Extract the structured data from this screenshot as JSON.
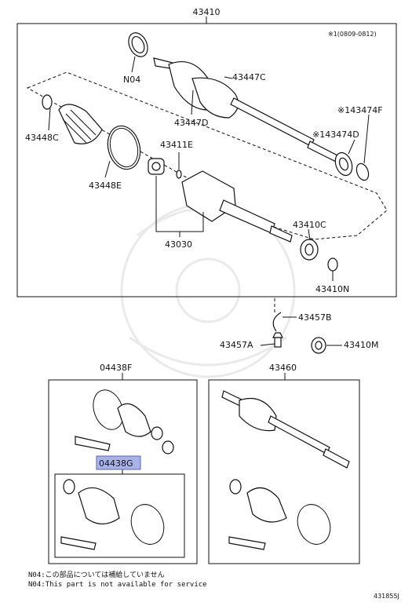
{
  "labels": {
    "p43410": "43410",
    "range_note": "※1(0809-0812)",
    "n04": "N04",
    "p43447C": "43447C",
    "p43447D": "43447D",
    "p43474F": "※143474F",
    "p43474D": "※143474D",
    "p43448C": "43448C",
    "p43448E": "43448E",
    "p43411E": "43411E",
    "p43030": "43030",
    "p43410C": "43410C",
    "p43410N": "43410N",
    "p43457B": "43457B",
    "p43457A": "43457A",
    "p43410M": "43410M",
    "p04438F": "04438F",
    "p04438G": "04438G",
    "p43460": "43460"
  },
  "notes": {
    "line1": "N04:この部品については補給していません",
    "line2": "N04:This part is not available for service"
  },
  "diagram_id": "431855J",
  "colors": {
    "highlight": "#a9b3e8",
    "highlight_border": "#5a66b8"
  }
}
